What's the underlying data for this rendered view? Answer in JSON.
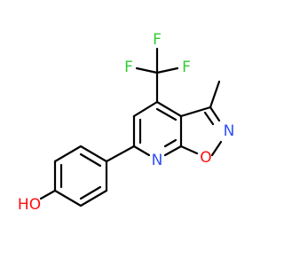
{
  "molecule": {
    "atoms": {
      "F_top": "F",
      "F_left": "F",
      "F_right": "F",
      "N_ring": "N",
      "N_iso": "N",
      "O_iso": "O",
      "O_H": "HO"
    }
  },
  "colors": {
    "bond": "#000000",
    "fluorine": "#33cc33",
    "nitrogen": "#3050f8",
    "oxygen": "#ff0d0d",
    "background": "#ffffff"
  }
}
